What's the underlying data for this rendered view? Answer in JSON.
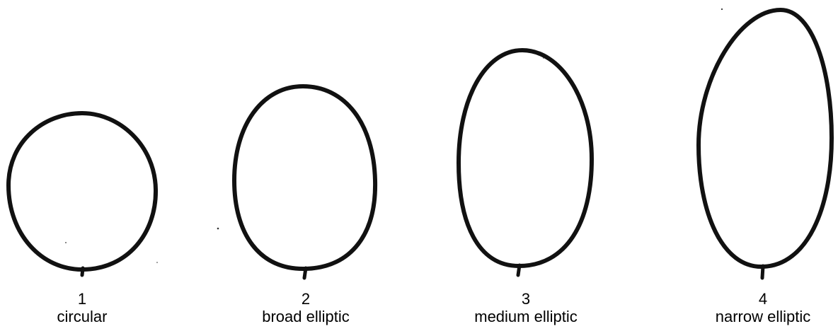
{
  "shapes": [
    {
      "number": "1",
      "name": "circular"
    },
    {
      "number": "2",
      "name": "broad elliptic"
    },
    {
      "number": "3",
      "name": "medium elliptic"
    },
    {
      "number": "4",
      "name": "narrow elliptic"
    }
  ]
}
